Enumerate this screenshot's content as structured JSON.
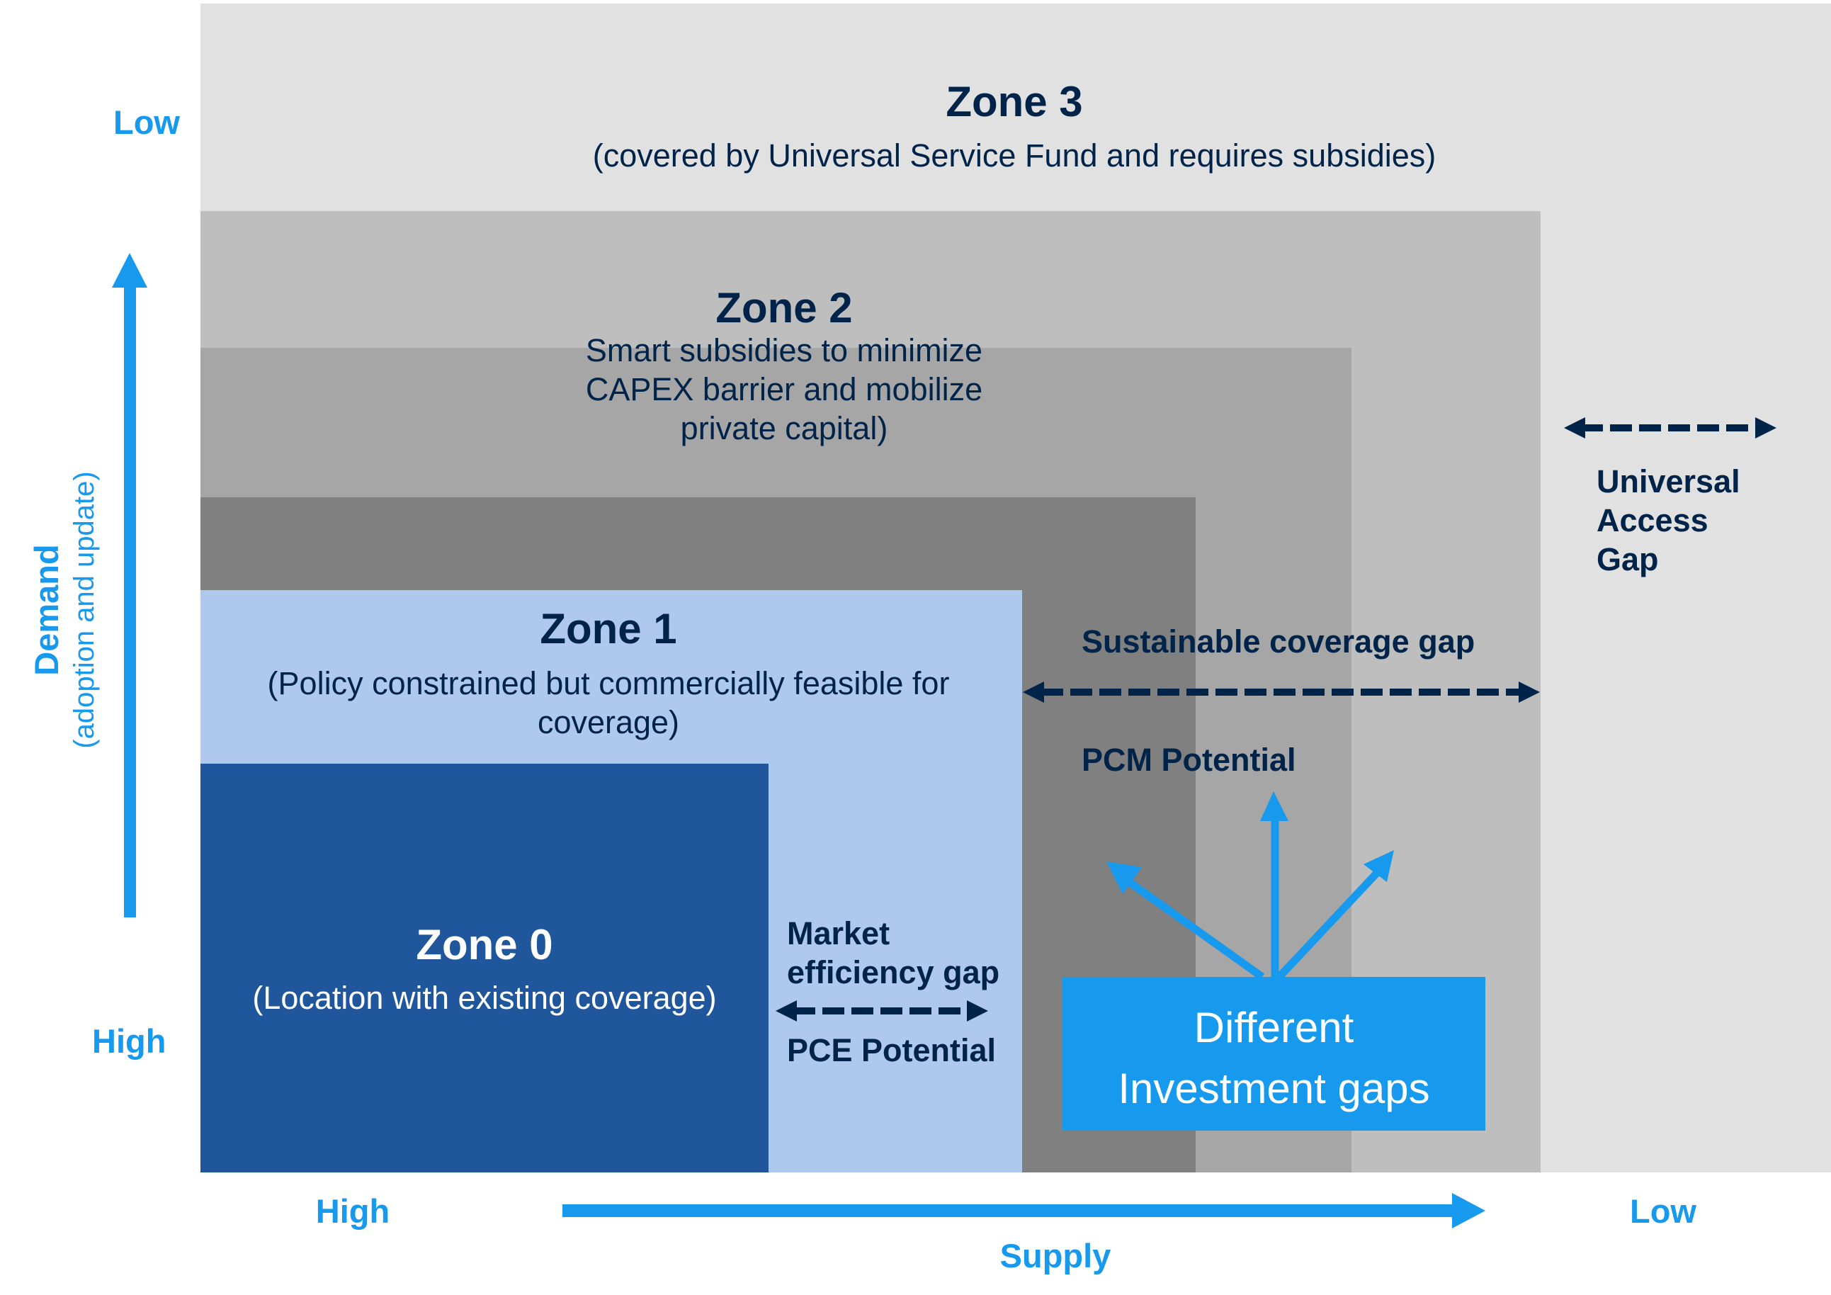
{
  "colors": {
    "zone3": "#E1E1E1",
    "zone2_outer": "#BEBEBE",
    "zone2_inner": "#A6A6A6",
    "zone_dark": "#808080",
    "zone1": "#AFC8EE",
    "zone0": "#20569B",
    "accent": "#1799EE",
    "text_navy": "#00234A"
  },
  "zones": {
    "zone3": {
      "title": "Zone 3",
      "subtitle": "(covered by Universal Service Fund and requires subsidies)"
    },
    "zone2": {
      "title": "Zone 2",
      "lines": [
        "Smart subsidies to minimize",
        "CAPEX barrier and mobilize",
        "private capital)"
      ]
    },
    "zone1": {
      "title": "Zone 1",
      "lines": [
        "(Policy constrained but commercially feasible for",
        "coverage)"
      ]
    },
    "zone0": {
      "title": "Zone 0",
      "subtitle": "(Location with existing coverage)"
    }
  },
  "gaps": {
    "universal_access": {
      "lines": [
        "Universal",
        "Access",
        "Gap"
      ]
    },
    "sustainable_coverage": {
      "label": "Sustainable coverage gap"
    },
    "pcm": {
      "label": "PCM Potential"
    },
    "market_efficiency": {
      "lines": [
        "Market",
        "efficiency gap"
      ]
    },
    "pce": {
      "label": "PCE Potential"
    },
    "investment_box": {
      "lines": [
        "Different",
        "Investment gaps"
      ]
    }
  },
  "axes": {
    "y": {
      "title": "Demand",
      "subtitle": "(adoption and update)",
      "low": "Low",
      "high": "High"
    },
    "x": {
      "title": "Supply",
      "high": "High",
      "low": "Low"
    }
  }
}
